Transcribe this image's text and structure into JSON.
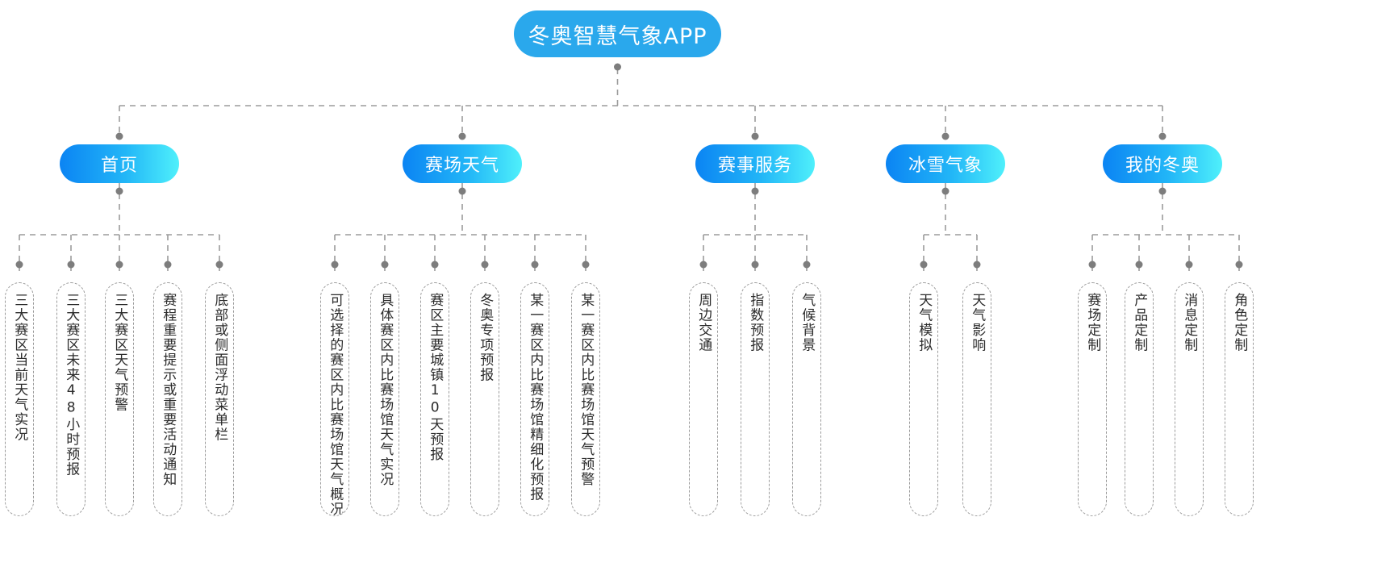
{
  "diagram": {
    "title": "冬奥智慧气象APP",
    "root": {
      "label": "冬奥智慧气象APP",
      "color": "#2aa8ec"
    },
    "accent_gradient_start": "#0b84f3",
    "accent_gradient_end": "#4ff0fb",
    "connector_color": "#9b9b9b",
    "branches": [
      {
        "label": "首页",
        "leaves": [
          {
            "label": "三大赛区当前天气实况"
          },
          {
            "label": "三大赛区未来48小时预报"
          },
          {
            "label": "三大赛区天气预警"
          },
          {
            "label": "赛程重要提示或重要活动通知"
          },
          {
            "label": "底部或侧面浮动菜单栏"
          }
        ]
      },
      {
        "label": "赛场天气",
        "leaves": [
          {
            "label": "可选择的赛区内比赛场馆天气概况"
          },
          {
            "label": "具体赛区内比赛场馆天气实况"
          },
          {
            "label": "赛区主要城镇10天预报"
          },
          {
            "label": "冬奥专项预报"
          },
          {
            "label": "某一赛区内比赛场馆精细化预报"
          },
          {
            "label": "某一赛区内比赛场馆天气预警"
          }
        ]
      },
      {
        "label": "赛事服务",
        "leaves": [
          {
            "label": "周边交通"
          },
          {
            "label": "指数预报"
          },
          {
            "label": "气候背景"
          }
        ]
      },
      {
        "label": "冰雪气象",
        "leaves": [
          {
            "label": "天气模拟"
          },
          {
            "label": "天气影响"
          }
        ]
      },
      {
        "label": "我的冬奥",
        "leaves": [
          {
            "label": "赛场定制"
          },
          {
            "label": "产品定制"
          },
          {
            "label": "消息定制"
          },
          {
            "label": "角色定制"
          }
        ]
      }
    ]
  }
}
